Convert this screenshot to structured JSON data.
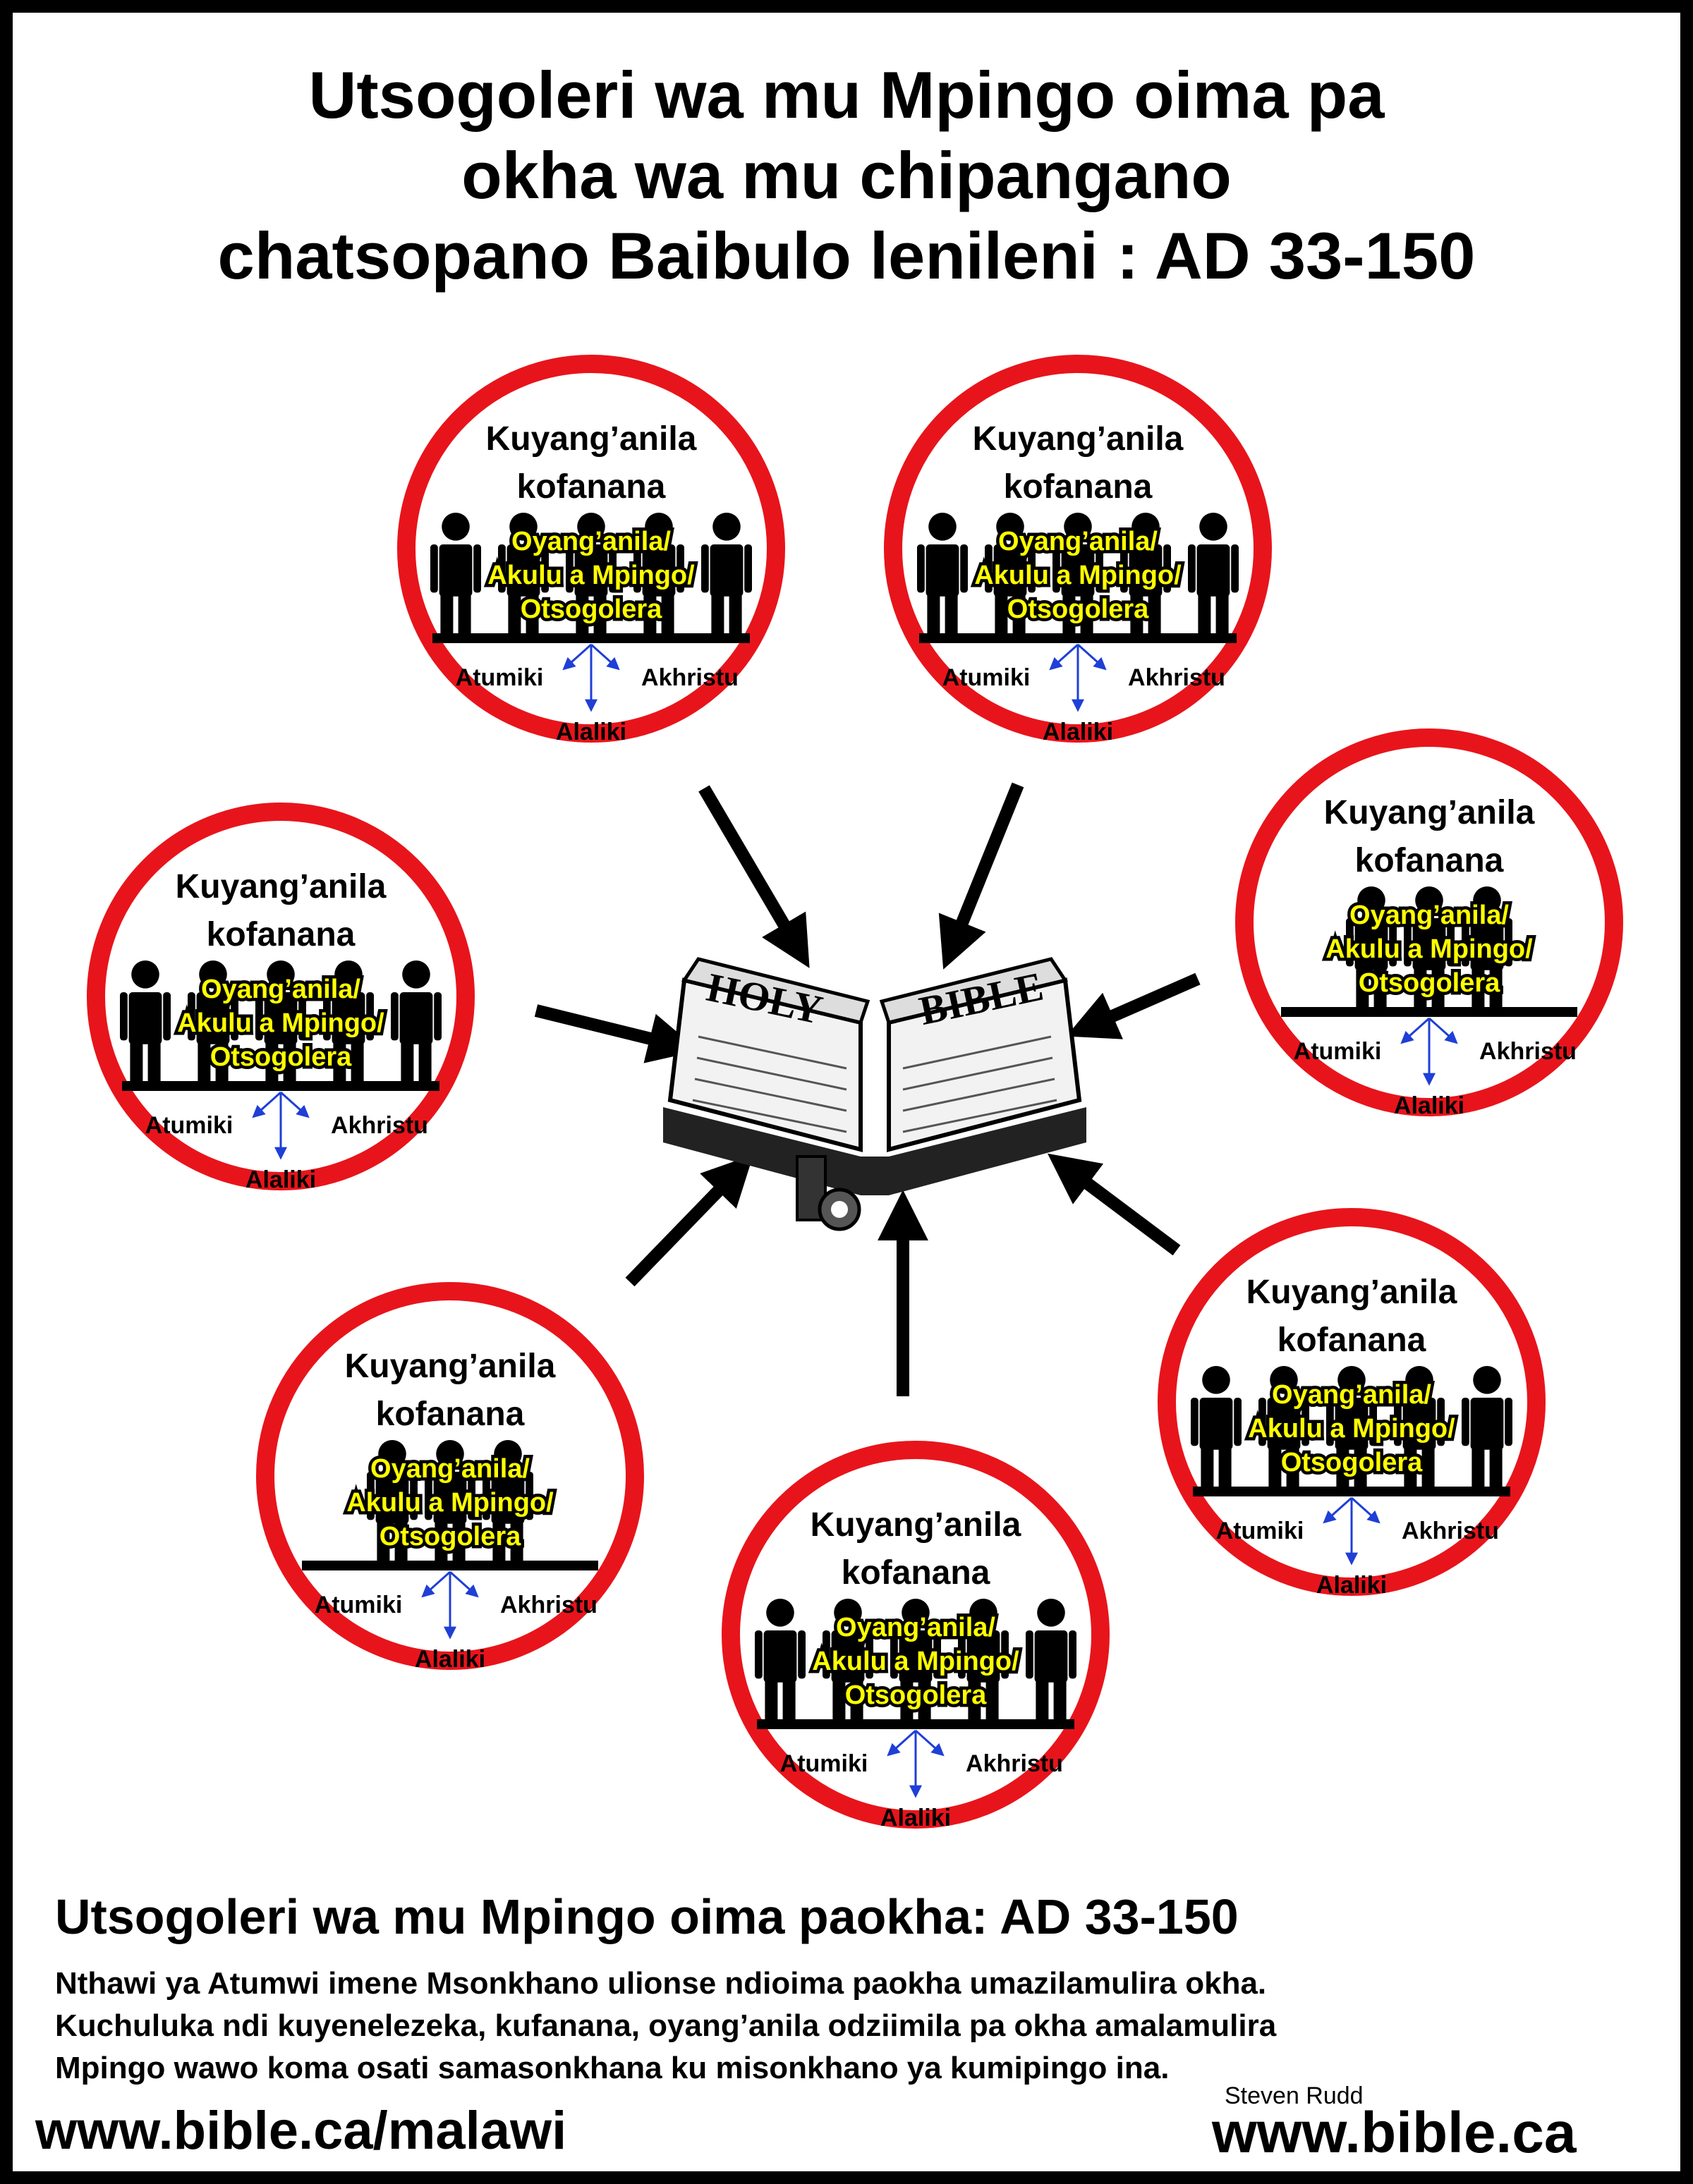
{
  "title": {
    "line1": "Utsogoleri wa mu Mpingo oima pa",
    "line2": "okha wa mu chipangano",
    "line3": "chatsopano Baibulo lenileni : AD 33-150"
  },
  "congregation": {
    "heading1": "Kuyang’anila",
    "heading2": "kofanana",
    "leaders1": "Oyang’anila/",
    "leaders2": "Akulu a Mpingo/",
    "leaders3": "Otsogolera",
    "left_role": "Atumiki",
    "right_role": "Akhristu",
    "bottom_role": "Alaliki"
  },
  "bible_cover": {
    "left": "HOLY",
    "right": "BIBLE"
  },
  "bottom": {
    "heading": "Utsogoleri wa mu Mpingo oima paokha: AD 33-150",
    "line1": "Nthawi ya Atumwi imene Msonkhano ulionse ndioima paokha umazilamulira okha.",
    "line2": "Kuchuluka ndi kuyenelezeka, kufanana, oyang’anila odziimila pa okha amalamulira",
    "line3": "Mpingo wawo koma osati samasonkhana ku misonkhano ya kumipingo ina."
  },
  "footer": {
    "url_left": "www.bible.ca/malawi",
    "author": "Steven Rudd",
    "url_right": "www.bible.ca"
  },
  "colors": {
    "ring": "#e8141b",
    "highlight": "#ffff00",
    "role_arrow": "#1f3fd6",
    "pointer_arrow": "#000000"
  }
}
